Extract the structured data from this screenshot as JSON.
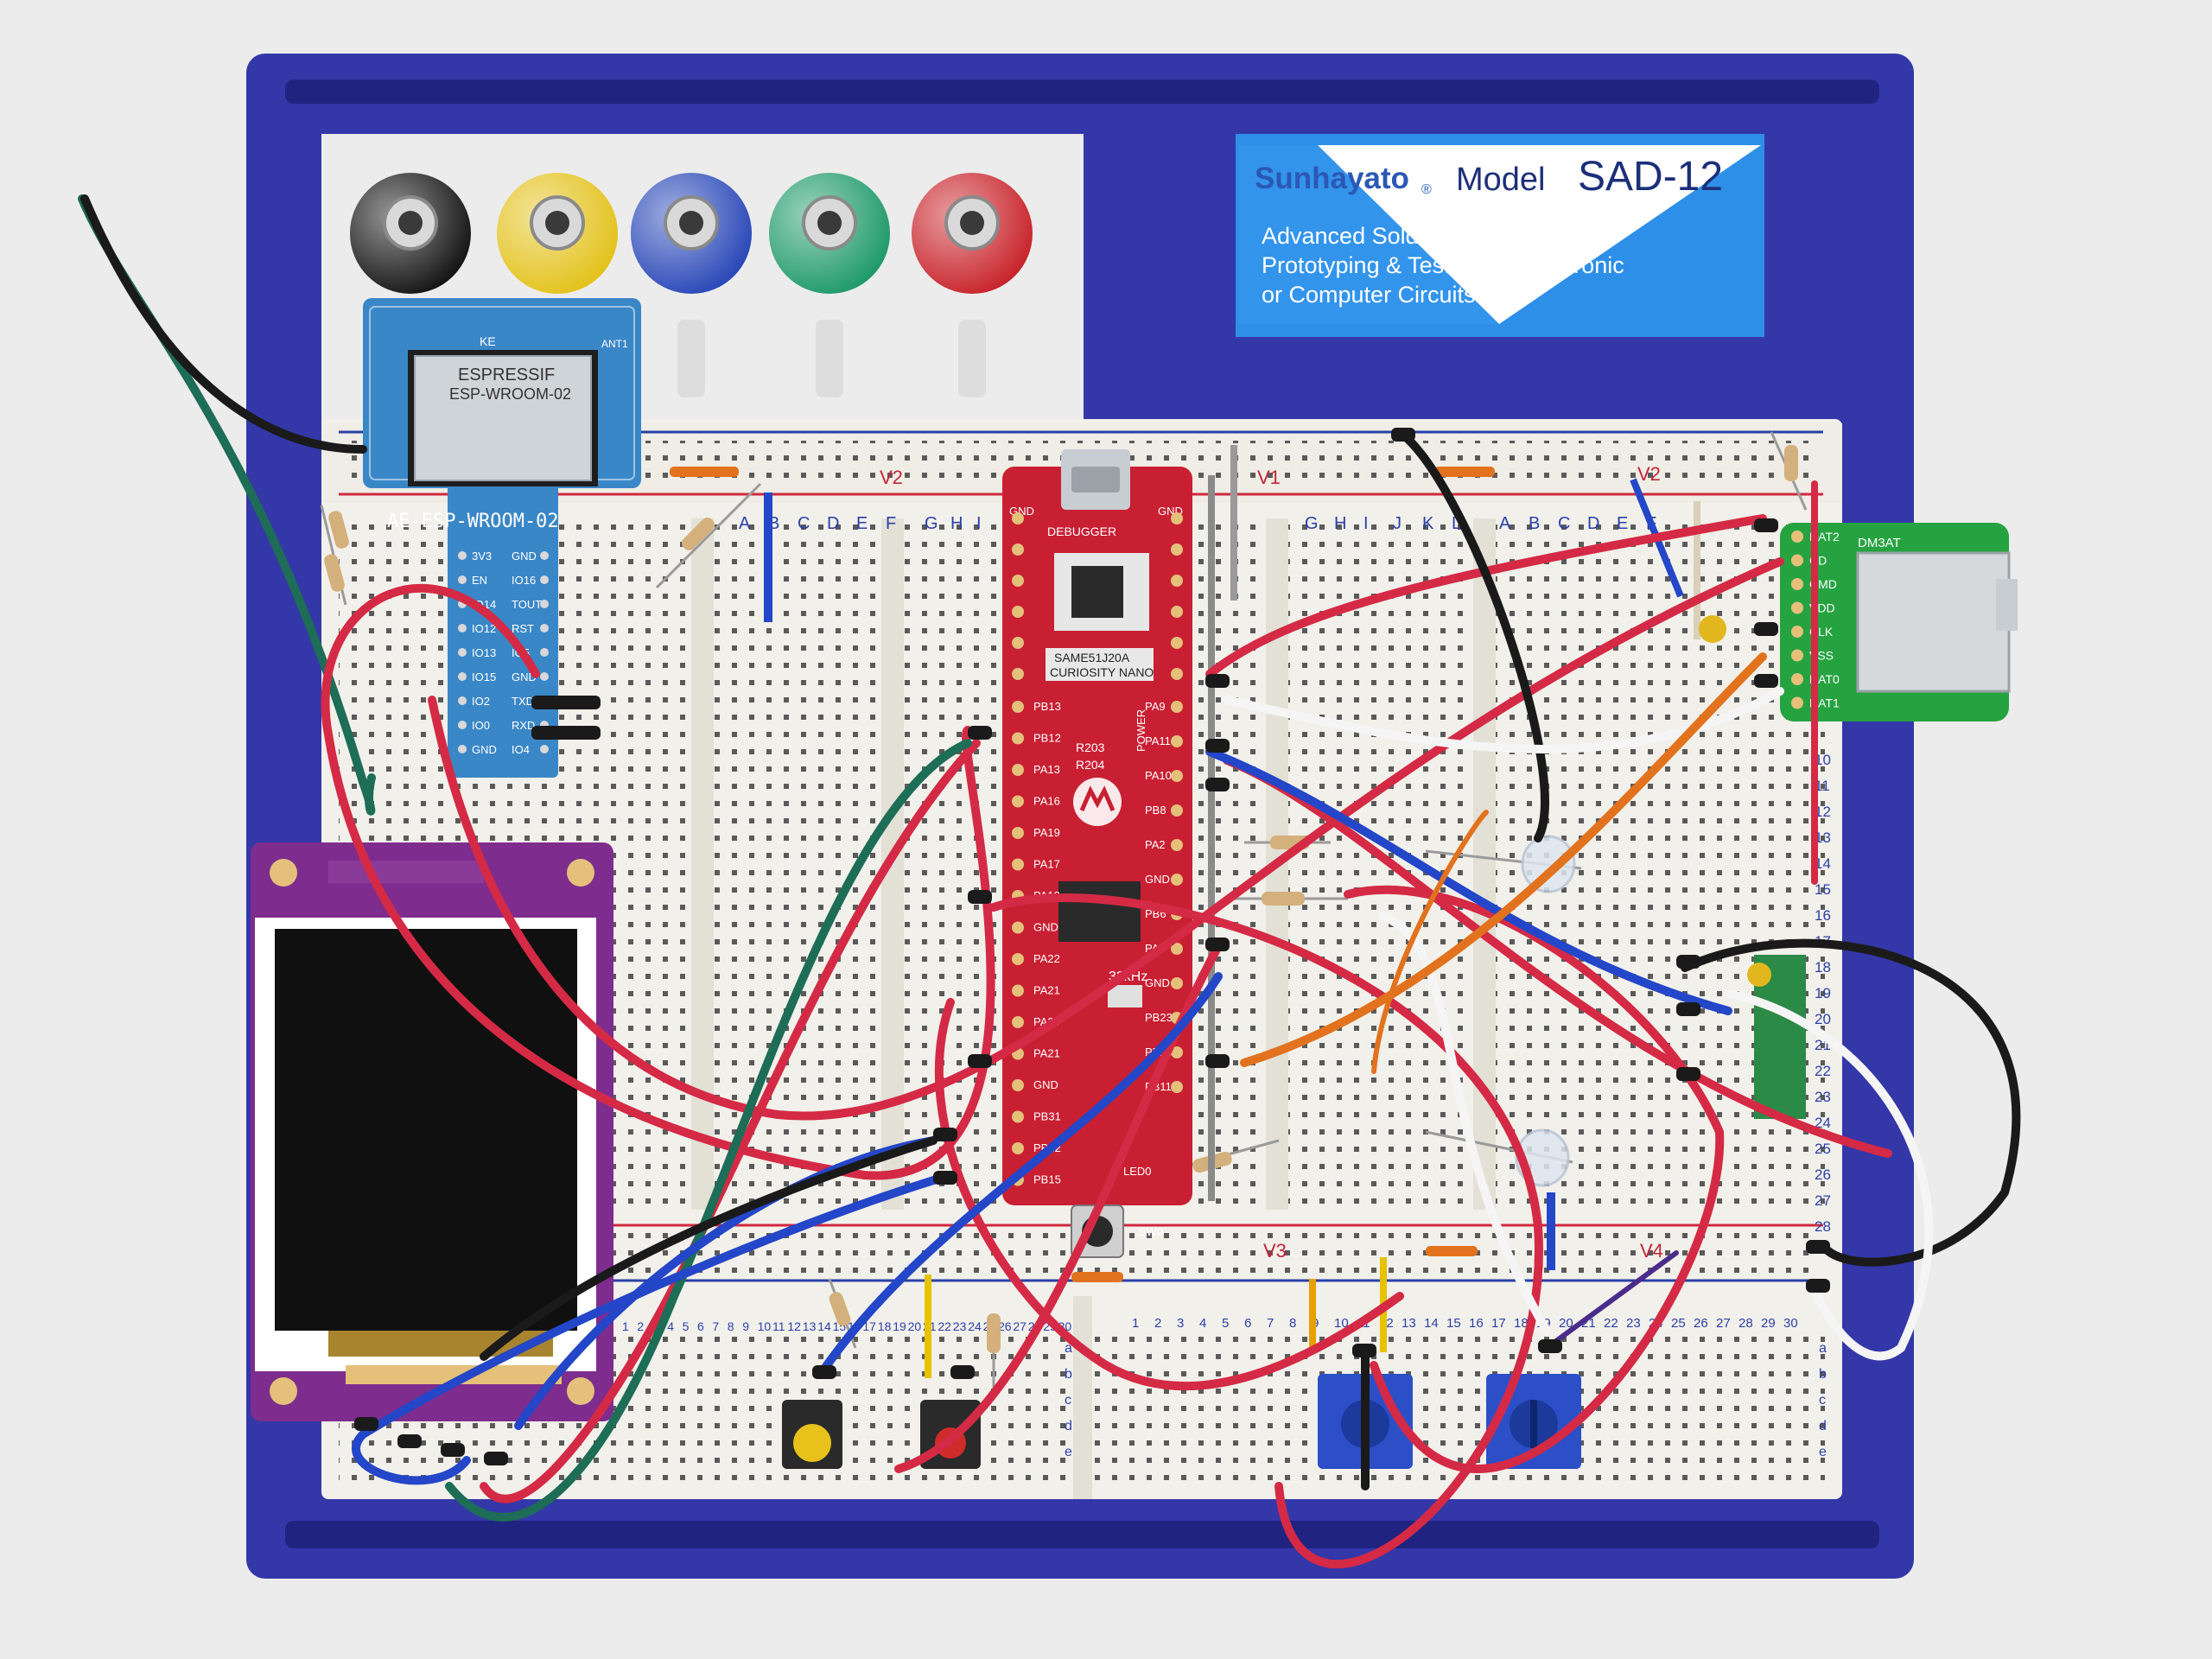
{
  "labelplate": {
    "brand": "Sunhayato",
    "reg": "®",
    "model_word": "Model",
    "model": "SAD-12",
    "line1": "Advanced Solderless Breadboard",
    "line2": "Prototyping & Testing for Electronic",
    "line3": "or Computer Circuits"
  },
  "binding_posts": [
    {
      "name": "black",
      "color": "#151515"
    },
    {
      "name": "yellow",
      "color": "#e3c21b"
    },
    {
      "name": "blue",
      "color": "#2a48b8"
    },
    {
      "name": "green",
      "color": "#1f9a6a"
    },
    {
      "name": "red",
      "color": "#c8242b"
    }
  ],
  "wifi_module": {
    "shield": "ESPRESSIF",
    "part": "ESP-WROOM-02",
    "board_label": "AE-ESP-WROOM-02",
    "ke": "KE",
    "ant": "ANT1",
    "pins_left": [
      "3V3",
      "EN",
      "IO14",
      "IO12",
      "IO13",
      "IO15",
      "IO2",
      "IO0",
      "GND"
    ],
    "pins_right": [
      "GND",
      "IO16",
      "TOUT",
      "RST",
      "IO5",
      "GND",
      "TXD",
      "RXD",
      "IO4"
    ]
  },
  "mcu_board": {
    "name_line1": "SAME51J20A",
    "name_line2": "CURIOSITY NANO",
    "debugger": "DEBUGGER",
    "power": "POWER",
    "led": "LED0",
    "sw": "SW0",
    "xtal": "32kHz",
    "r1": "R203",
    "r2": "R204",
    "gnd": "GND",
    "left_pins": [
      "PB13",
      "PB12",
      "PA13",
      "PA16",
      "PA19",
      "PA17",
      "PA18",
      "GND",
      "PA22",
      "PA21",
      "PA20",
      "PA21",
      "GND",
      "PB31",
      "PB22",
      "PB15"
    ],
    "right_pins": [
      "PA9",
      "PA11",
      "PA10",
      "PB8",
      "PA2",
      "GND",
      "PB6",
      "PA5",
      "GND",
      "PB23",
      "PB10",
      "PB11"
    ]
  },
  "sd_module": {
    "part": "DM3AT",
    "pins": [
      "DAT2",
      "CD",
      "CMD",
      "VDD",
      "CLK",
      "VSS",
      "DAT0",
      "DAT1"
    ]
  },
  "breadboard": {
    "rail_labels": [
      "V2",
      "V1",
      "V2",
      "V3",
      "V4"
    ],
    "cols_left": [
      "A",
      "B",
      "C",
      "D",
      "E",
      "F"
    ],
    "cols_right": [
      "G",
      "H",
      "I",
      "J",
      "K",
      "L"
    ],
    "row_numbers": [
      "10",
      "11",
      "12",
      "13",
      "14",
      "15",
      "16",
      "17",
      "18",
      "19",
      "20",
      "21",
      "22",
      "23",
      "24",
      "25",
      "26",
      "27",
      "28"
    ],
    "bottom_numbers": [
      "1",
      "2",
      "3",
      "4",
      "5",
      "6",
      "7",
      "8",
      "9",
      "10",
      "11",
      "12",
      "13",
      "14",
      "15",
      "16",
      "17",
      "18",
      "19",
      "20",
      "21",
      "22",
      "23",
      "24",
      "25",
      "26",
      "27",
      "28",
      "29",
      "30"
    ],
    "bottom_letters": [
      "a",
      "b",
      "c",
      "d",
      "e"
    ]
  },
  "colors": {
    "tray": "#3437a8",
    "board": "#f2f0ea",
    "pcb_red": "#c91f32",
    "wire_red": "#d42a45",
    "wire_blue": "#2446c8",
    "wire_black": "#1a1a1a",
    "wire_green": "#1d6d57",
    "wire_white": "#f5f5f5",
    "wire_orange": "#e2721d",
    "lcd_purple": "#7e2c8e"
  }
}
